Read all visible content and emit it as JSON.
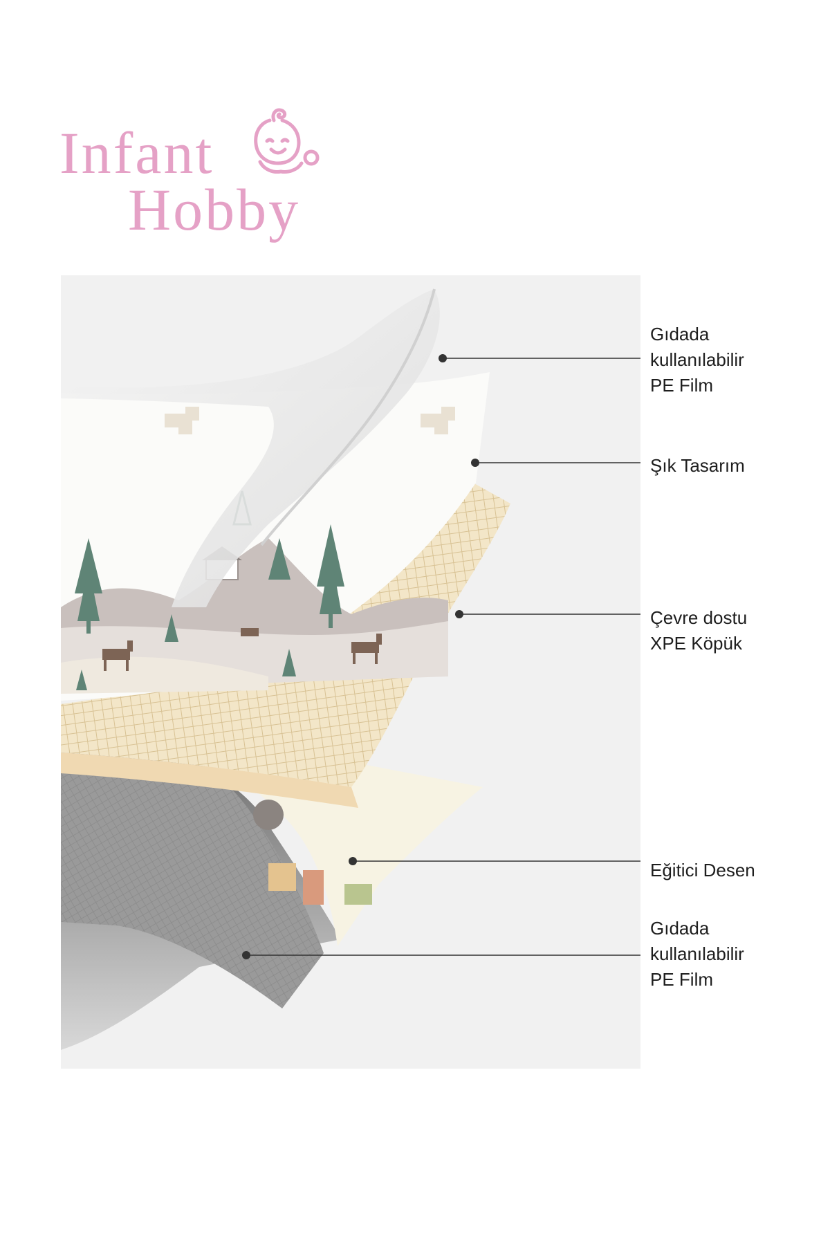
{
  "brand": {
    "line1": "Infant",
    "line2": "Hobby",
    "accent_color": "#e5a1c6",
    "icon": "baby-face-icon"
  },
  "layers": [
    {
      "id": "top-film",
      "lines": [
        "Gıdada",
        "kullanılabilir",
        "PE Film"
      ]
    },
    {
      "id": "design",
      "lines": [
        "Şık Tasarım"
      ]
    },
    {
      "id": "foam",
      "lines": [
        "Çevre dostu",
        "XPE Köpük"
      ]
    },
    {
      "id": "pattern",
      "lines": [
        "Eğitici Desen"
      ]
    },
    {
      "id": "bottom-film",
      "lines": [
        "Gıdada",
        "kullanılabilir",
        "PE Film"
      ]
    }
  ],
  "colors": {
    "diagram_bg": "#f1f1f1",
    "film": "#ececec",
    "design_sheet": "#fbfbf9",
    "foam": "#f3e6c8",
    "foam_grid": "#d8c294",
    "pattern_sheet": "#f7f3e3",
    "bottom_film": "#9a9a9a",
    "tree": "#5f8476",
    "hill": "#c9c0bd",
    "deer": "#7d6455",
    "leader": "#333333"
  }
}
